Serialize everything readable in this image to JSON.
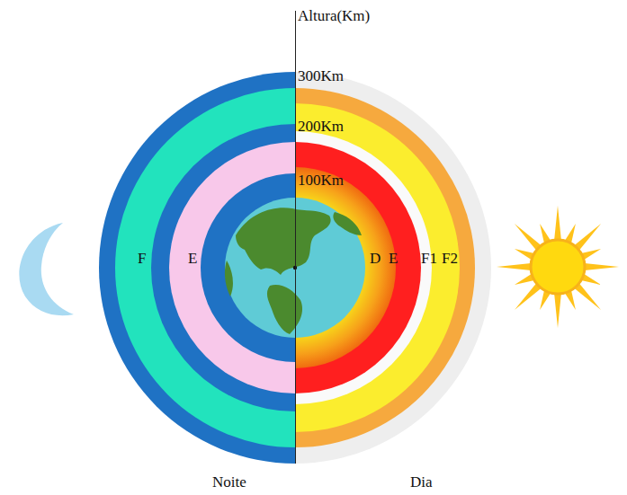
{
  "diagram": {
    "labels": [
      "Altura(Km)",
      "300Km",
      "200Km",
      "100Km",
      "F",
      "E",
      "D",
      "E",
      "F1",
      "F2",
      "Noite",
      "Dia"
    ]
  }
}
